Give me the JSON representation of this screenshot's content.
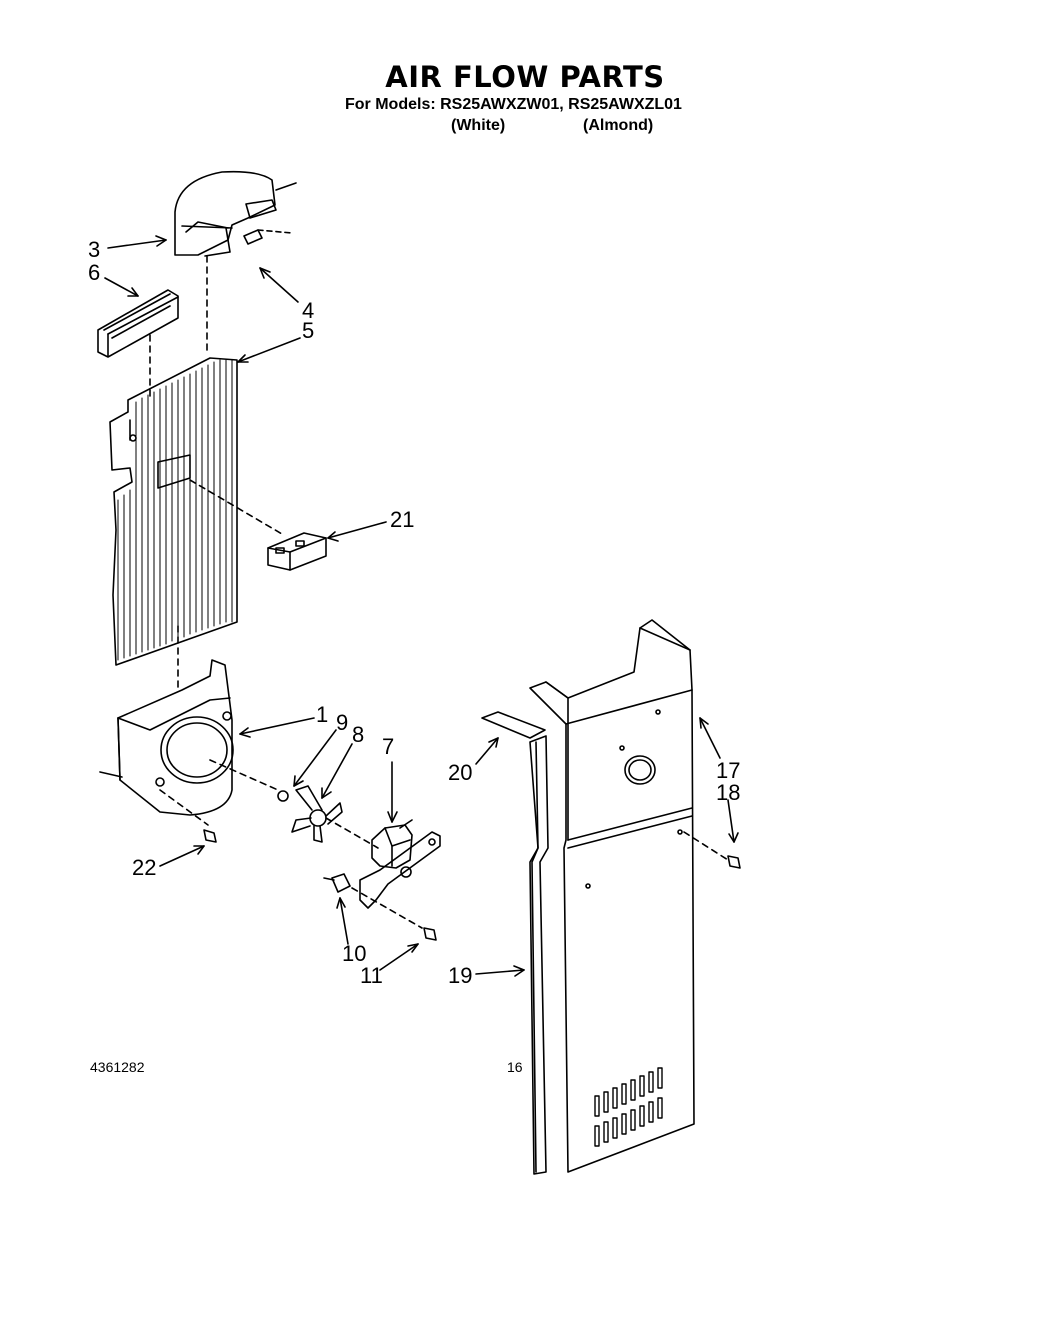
{
  "header": {
    "title": "AIR FLOW PARTS",
    "models_line": "For Models: RS25AWXZW01, RS25AWXZL01",
    "color_white": "(White)",
    "color_almond": "(Almond)"
  },
  "callouts": {
    "c1": "1",
    "c3": "3",
    "c4": "4",
    "c5": "5",
    "c6": "6",
    "c7": "7",
    "c8": "8",
    "c9": "9",
    "c10": "10",
    "c11": "11",
    "c17": "17",
    "c18": "18",
    "c19": "19",
    "c20": "20",
    "c21": "21",
    "c22": "22"
  },
  "footer": {
    "doc_number": "4361282",
    "page_number": "16"
  }
}
